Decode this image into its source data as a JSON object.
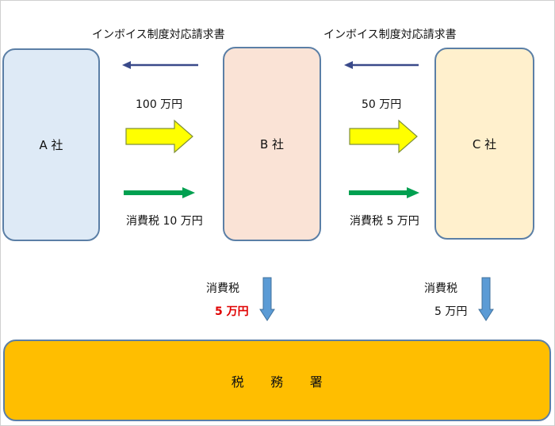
{
  "companies": {
    "a": "A 社",
    "b": "B 社",
    "c": "C 社"
  },
  "invoice_left": "インボイス制度対応請求書",
  "invoice_right": "インボイス制度対応請求書",
  "ab": {
    "amount": "100 万円",
    "tax": "消費税 10 万円"
  },
  "bc": {
    "amount": "50 万円",
    "tax": "消費税 5 万円"
  },
  "payment_b": {
    "label": "消費税",
    "amount": "5 万円"
  },
  "payment_c": {
    "label": "消費税",
    "amount": "5 万円"
  },
  "tax_office": "税　　務　　署",
  "colors": {
    "invoice_arrow": "#3a4a8a",
    "amount_arrow": "#ffff00",
    "tax_arrow": "#00a050",
    "payment_arrow": "#5b9bd5",
    "highlight": "#e00000"
  }
}
